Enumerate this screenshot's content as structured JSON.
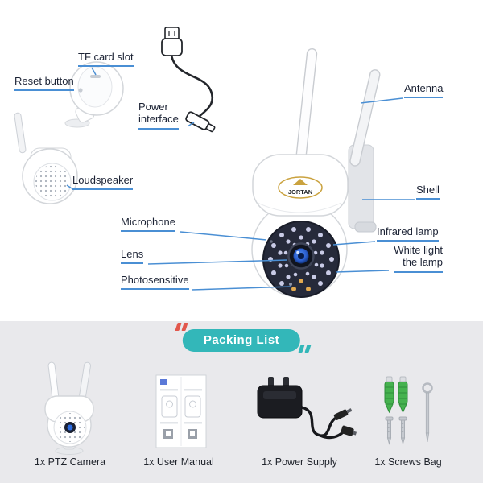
{
  "brand": "JORTAN",
  "labels": {
    "tf_card_slot": "TF card slot",
    "reset_button": "Reset button",
    "power_interface": "Power\ninterface",
    "loudspeaker": "Loudspeaker",
    "antenna": "Antenna",
    "shell": "Shell",
    "microphone": "Microphone",
    "infrared_lamp": "Infrared lamp",
    "white_light_lamp": "White light\nthe lamp",
    "lens": "Lens",
    "photosensitive": "Photosensitive"
  },
  "packing_list": {
    "title": "Packing List",
    "items": [
      {
        "label": "1x PTZ Camera"
      },
      {
        "label": "1x User Manual"
      },
      {
        "label": "1x Power Supply"
      },
      {
        "label": "1x Screws Bag"
      }
    ]
  },
  "colors": {
    "leader_blue": "#4a8fd4",
    "packing_teal": "#33b7b9",
    "quote_red": "#e2574c",
    "panel_gray": "#e9e9ec"
  }
}
